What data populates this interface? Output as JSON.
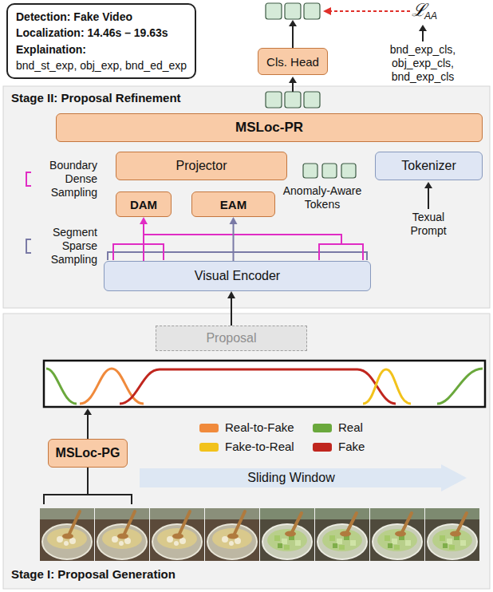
{
  "diagram": {
    "nodes": [
      {
        "text": [
          "Detection: Fake Video",
          "Localization: 14.46s – 19.63s",
          "Explaination:",
          "bnd_st_exp, obj_exp, bnd_ed_exp"
        ]
      },
      {
        "text": [
          "Cls. Head"
        ]
      },
      {
        "text": [
          "Stage II: Proposal Refinement"
        ]
      },
      {
        "text": [
          "MSLoc-PR"
        ],
        "in": 2
      },
      {
        "text": [
          "Projector"
        ],
        "in": 2
      },
      {
        "text": [
          "Tokenizer"
        ],
        "in": 2
      },
      {
        "text": [
          "DAM"
        ],
        "in": 2
      },
      {
        "text": [
          "EAM"
        ],
        "in": 2
      },
      {
        "text": [
          "Visual Encoder"
        ],
        "in": 2
      },
      {
        "text": [
          "Stage I: Proposal Generation"
        ]
      },
      {
        "text": [
          "Proposal"
        ],
        "in": 9
      },
      {
        "text": [
          "MSLoc-PG"
        ],
        "in": 9
      },
      {
        "text": [
          "Sliding Window"
        ],
        "in": 9
      }
    ],
    "edges": [
      {
        "from": 8,
        "to": 6,
        "arrow": "to"
      },
      {
        "from": 8,
        "to": 7,
        "arrow": "to"
      },
      {
        "from": 10,
        "to": 8,
        "arrow": "to"
      }
    ],
    "labels": [
      "Anomaly-Aware Tokens",
      "Texual Prompt",
      "Boundary Dense Sampling",
      "Segment Sparse Sampling",
      "ℒ",
      "AA",
      "bnd_exp_cls, obj_exp_cls, bnd_exp_cls"
    ],
    "legend": [
      {
        "text": "Real-to-Fake",
        "color": "#f08a3c"
      },
      {
        "text": "Real",
        "color": "#6aa83c"
      },
      {
        "text": "Fake-to-Real",
        "color": "#f2c21b"
      },
      {
        "text": "Fake",
        "color": "#c0261e"
      }
    ]
  }
}
